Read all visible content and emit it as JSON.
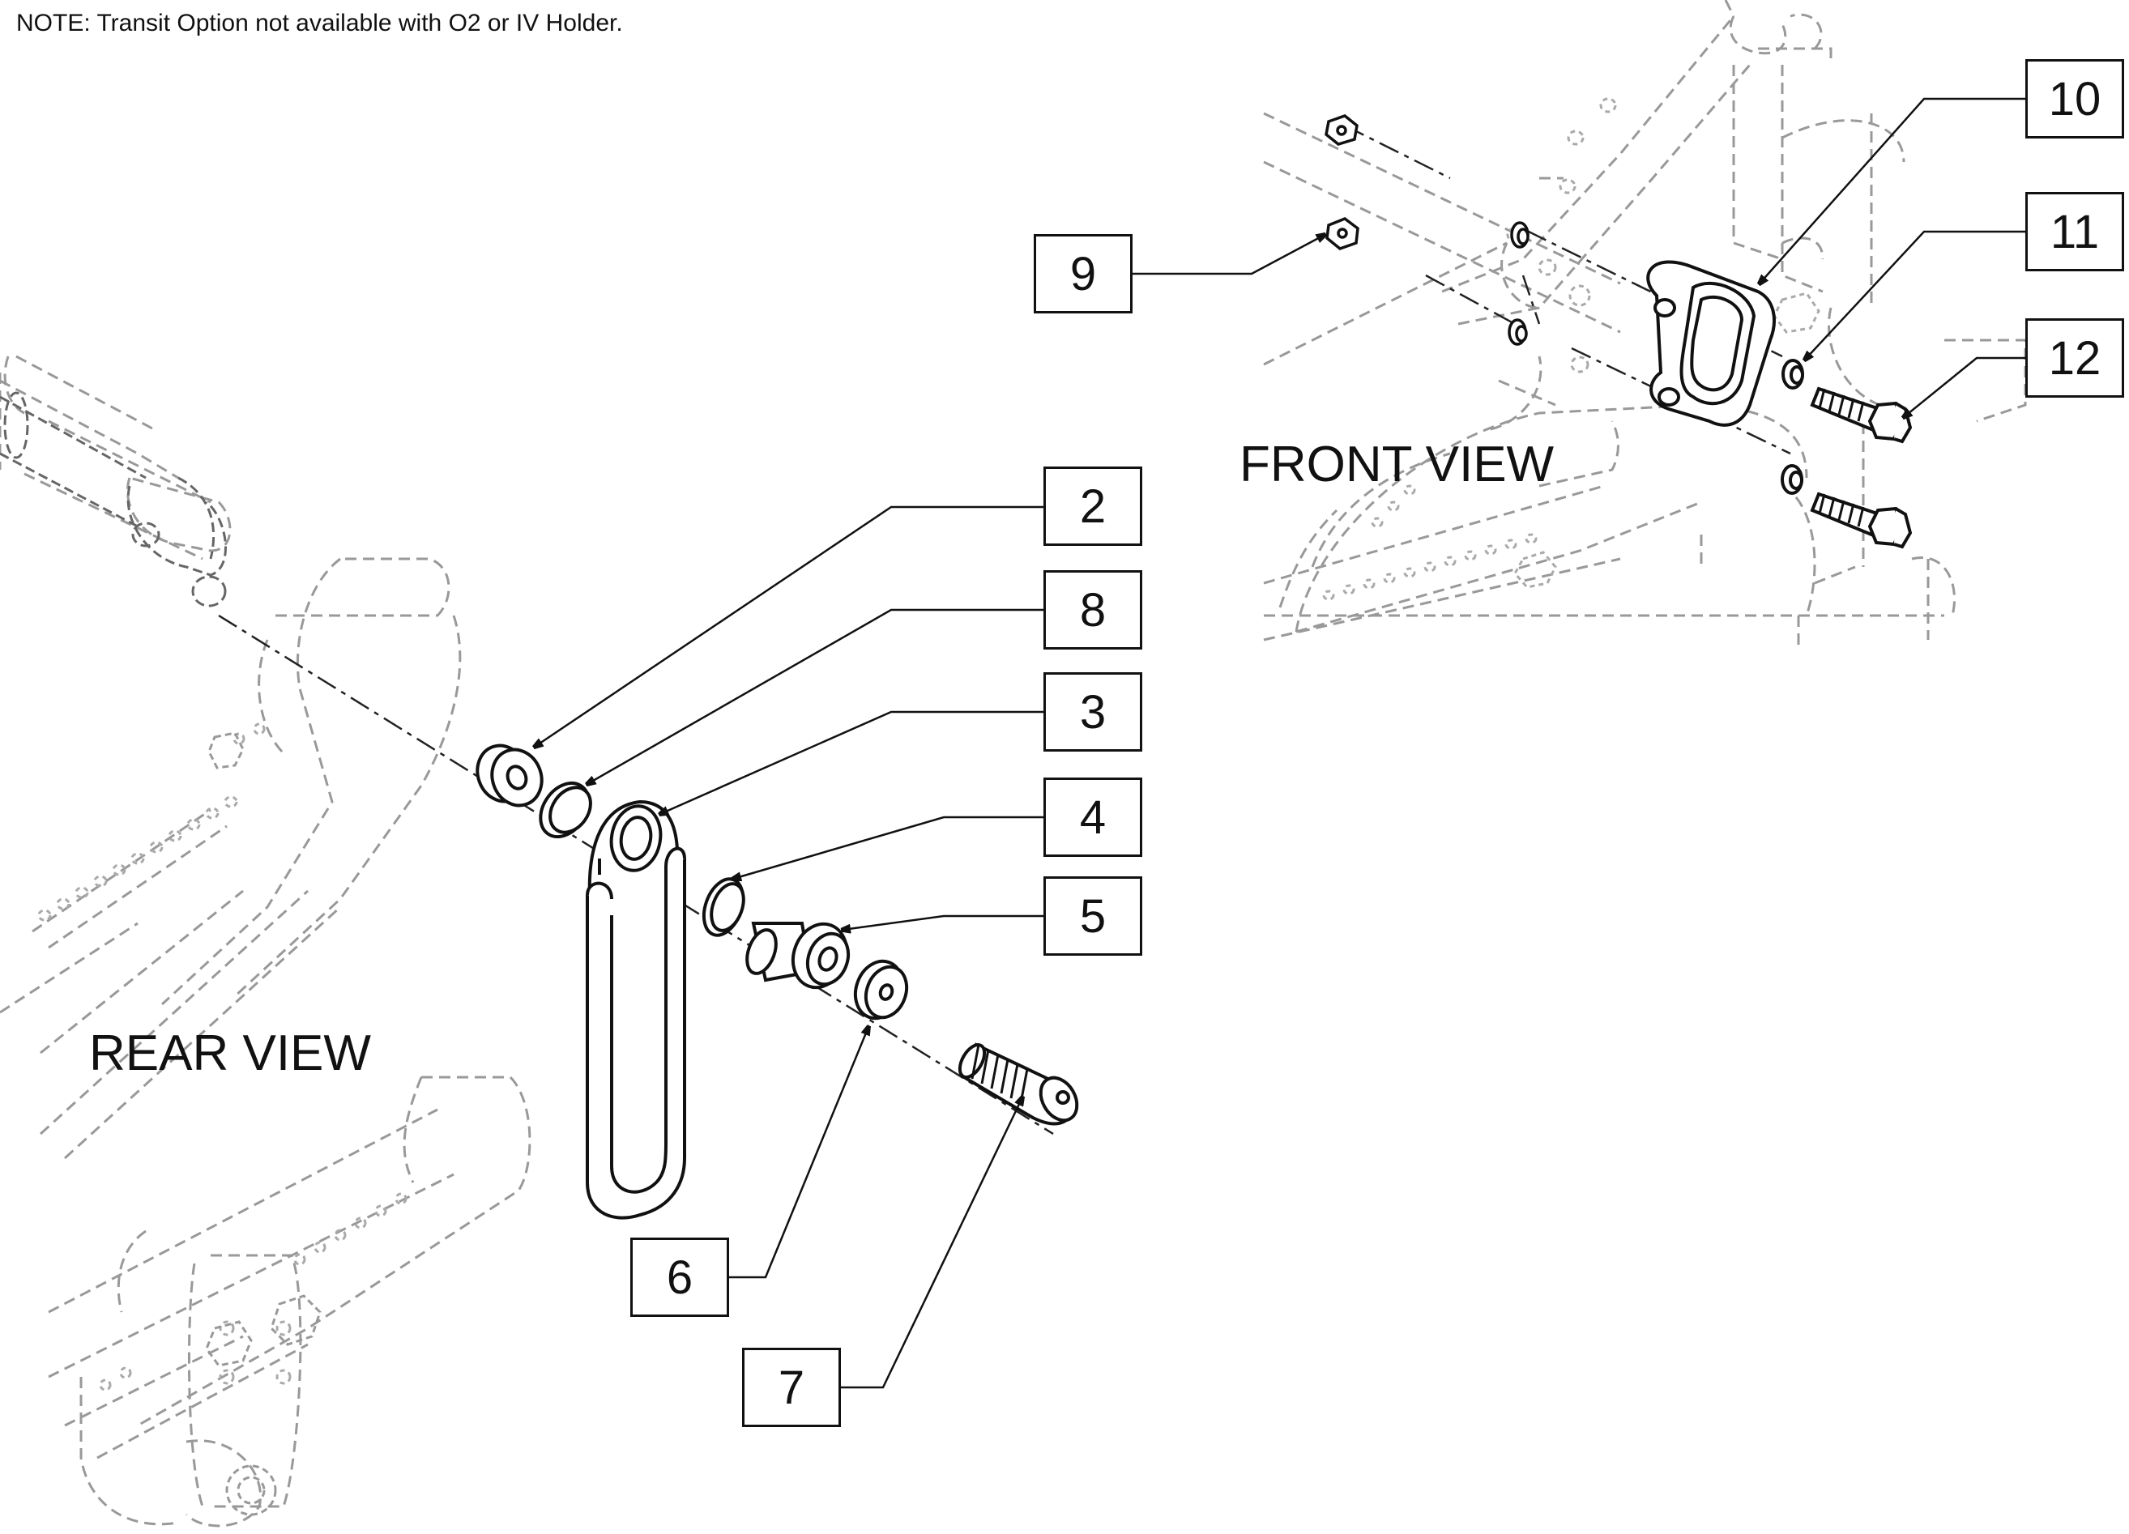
{
  "note": "NOTE: Transit Option not available with O2 or IV Holder.",
  "views": {
    "rear": "REAR VIEW",
    "front": "FRONT VIEW"
  },
  "callouts": {
    "c2": "2",
    "c3": "3",
    "c4": "4",
    "c5": "5",
    "c6": "6",
    "c7": "7",
    "c8": "8",
    "c9": "9",
    "c10": "10",
    "c11": "11",
    "c12": "12"
  }
}
